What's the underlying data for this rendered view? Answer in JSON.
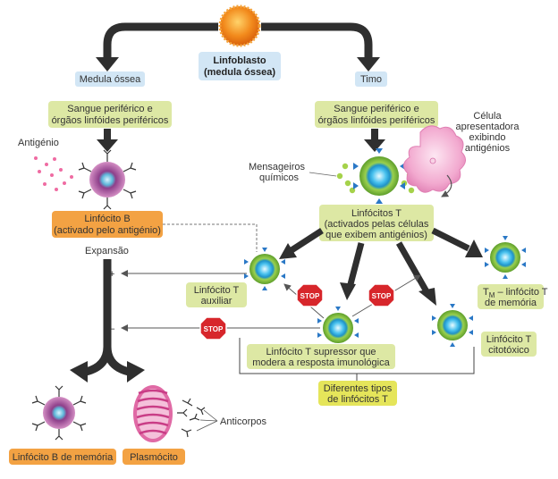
{
  "root": {
    "line1": "Linfoblasto",
    "line2": "(medula óssea)"
  },
  "left_branch": {
    "origin_label": "Medula óssea",
    "blood_line1": "Sangue periférico e",
    "blood_line2": "órgãos linfóides periféricos",
    "antigen_label": "Antigénio",
    "b_cell_line1": "Linfócito B",
    "b_cell_line2": "(activado pelo antigénio)",
    "expansion_label": "Expansão",
    "memory_b_label": "Linfócito B de memória",
    "plasma_label": "Plasmócito",
    "antibodies_label": "Anticorpos"
  },
  "right_branch": {
    "origin_label": "Timo",
    "blood_line1": "Sangue periférico e",
    "blood_line2": "órgãos linfóides periféricos",
    "messengers_line1": "Mensageiros",
    "messengers_line2": "químicos",
    "apc_line1": "Célula",
    "apc_line2": "apresentadora",
    "apc_line3": "exibindo",
    "apc_line4": "antigénios",
    "t_cells_line1": "Linfócitos T",
    "t_cells_line2": "(activados pelas células",
    "t_cells_line3": "que exibem antigénios)",
    "helper_line1": "Linfócito T",
    "helper_line2": "auxiliar",
    "suppressor_line1": "Linfócito T supressor que",
    "suppressor_line2": "modera a resposta imunológica",
    "memory_t_prefix": "T",
    "memory_t_sub": "M",
    "memory_t_rest": " – linfócito T",
    "memory_t_line2": "de memória",
    "cytotoxic_line1": "Linfócito T",
    "cytotoxic_line2": "citotóxico",
    "types_line1": "Diferentes tipos",
    "types_line2": "de linfócitos T"
  },
  "signs": {
    "plus": "+",
    "minus": "–",
    "stop": "STOP"
  },
  "colors": {
    "green_box": "#dde8a4",
    "orange_box": "#f3a243",
    "blue_box": "#d2e6f5",
    "yellow_box": "#e5e55a",
    "arrow": "#333333",
    "stop_red": "#d7262b",
    "cell_green": "#9ccf4a",
    "cell_blue": "#2aa6dd"
  }
}
